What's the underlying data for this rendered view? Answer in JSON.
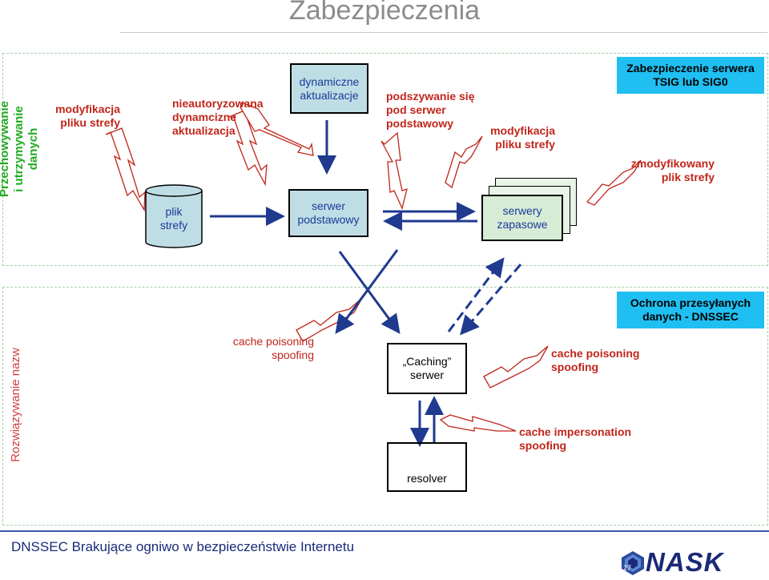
{
  "title": "Zabezpieczenia",
  "top_panel": {
    "label": "Przechowywanie i utrzymywanie danych",
    "threats": {
      "zone_modification": "modyfikacja\npliku strefy",
      "unauthorized_update": "nieautoryzowana\ndynamcizne\naktualizacja",
      "primary_impersonation": "podszywanie się\npod serwer\npodstawowy",
      "secondary_zone_modification": "modyfikacja\npliku strefy",
      "modified_zone_file": "zmodyfikowany\nplik strefy"
    },
    "nodes": {
      "zone_file": "plik\nstrefy",
      "dynamic_updates": "dynamiczne\naktualizacje",
      "primary_server": "serwer\npodstawowy",
      "secondary_servers": "serwery\nzapasowe"
    },
    "protection": "Zabezpieczenie serwera\nTSIG lub SIG0"
  },
  "bottom_panel": {
    "label": "Rozwiązywanie nazw",
    "threats": {
      "cache_poisoning_left": "cache poisoning\nspoofing",
      "cache_poisoning_right": "cache poisoning\nspoofing",
      "cache_impersonation": "cache impersonation\nspoofing"
    },
    "nodes": {
      "caching_server": "„Caching”\nserwer",
      "resolver": "resolver"
    },
    "protection": "Ochrona przesyłanych\ndanych - DNSSEC"
  },
  "footer": {
    "text": "DNSSEC Brakujące ogniwo w bezpieczeństwie Internetu",
    "logo": "NASK",
    "page_number": "27"
  },
  "colors": {
    "threat_text": "#c0261b",
    "node_text": "#1a3a9a",
    "arrow": "#1f3a8f",
    "panel_label": "#22aa22",
    "protection_bg": "#1fbff2",
    "teal_box": "#bfdde5",
    "green_box": "#d7ecd5"
  },
  "icons": [
    "lightning-bolt-icon",
    "arrow-icon",
    "dashed-arrow-icon",
    "cylinder-icon",
    "nask-logo-icon"
  ]
}
